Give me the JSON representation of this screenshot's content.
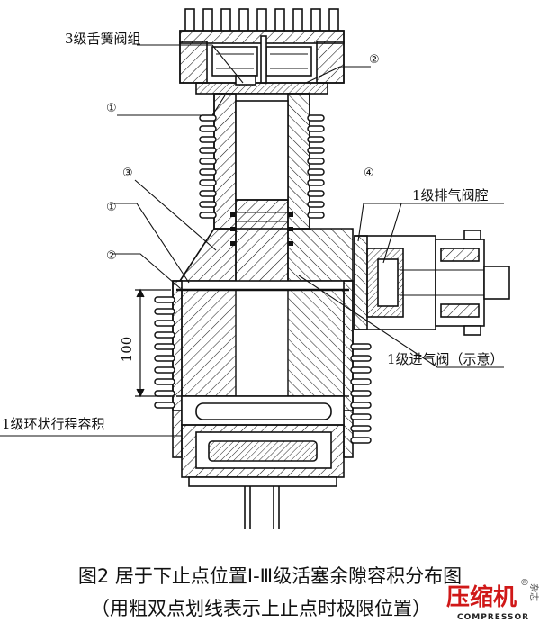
{
  "labels": {
    "reed_valve": "3级舌簧阀组",
    "exhaust_cavity": "1级排气阀腔",
    "intake_valve": "1级进气阀（示意）",
    "annular_volume": "1级环状行程容积",
    "dimension": "100"
  },
  "markers": {
    "m1_top": "①",
    "m2_top": "②",
    "m3": "③",
    "m1_mid": "①",
    "m2_mid": "②",
    "m4": "④"
  },
  "caption": {
    "line1": "图2  居于下止点位置Ⅰ-Ⅲ级活塞余隙容积分布图",
    "line2": "（用粗双点划线表示上止点时极限位置）"
  },
  "watermark": {
    "main": "压缩机",
    "sub": "COMPRESSOR",
    "side": "杂志",
    "reg": "®"
  },
  "colors": {
    "line": "#111111",
    "watermark": "#d01818"
  }
}
